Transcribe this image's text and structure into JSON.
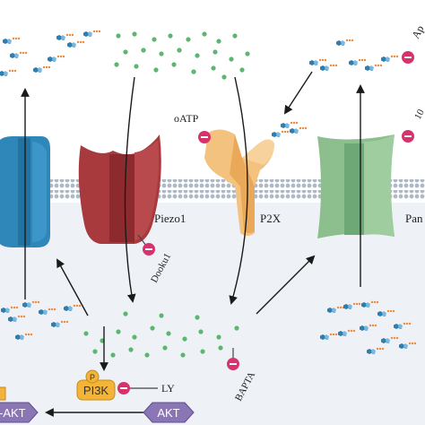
{
  "labels": {
    "oatp": "oATP",
    "piezo1": "Piezo1",
    "p2x": "P2X",
    "panx_partial": "Pan",
    "dooku1": "Dooku1",
    "bapta": "BAPTA",
    "ly": "LY",
    "pi3k": "PI3K",
    "p_badge": "P",
    "akt": "AKT",
    "p_akt_partial": "-AKT",
    "ap_partial": "Ap",
    "top_right_partial": "10"
  },
  "colors": {
    "membrane": "#b9c4d0",
    "cytoplasm": "#eef2f7",
    "ion_dot": "#5db572",
    "channel_blue": "#2f86b8",
    "piezo_red": "#a8393c",
    "p2x_orange": "#f4c27f",
    "pannexin_green": "#8cbf8d",
    "inhibitor_pink": "#d6336c",
    "akt_purple": "#8a76b5",
    "pi3k_yellow": "#f2b53a"
  },
  "icons": [
    "atp-molecule-icon",
    "inhibitor-icon",
    "ion-dot-icon"
  ]
}
